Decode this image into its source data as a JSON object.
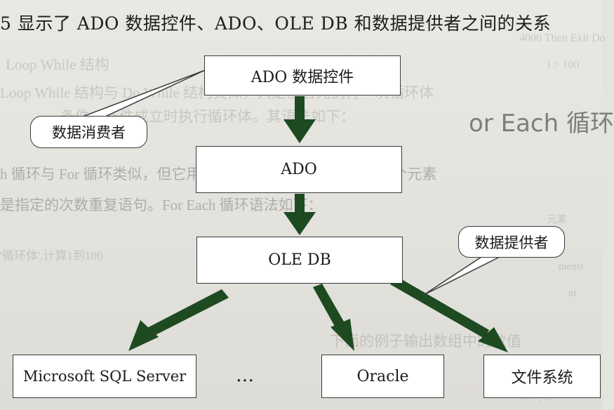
{
  "caption": "5 显示了 ADO 数据控件、ADO、OLE DB 和数据提供者之间的关系",
  "background_text": {
    "l1": "4000 Then Exit Do",
    "l2": "Loop While 结构",
    "l3": "i > 100",
    "l4": "Loop While 结构与 Do While 结构类似，只是前者先执行一次循环体",
    "l5": "条件，条件成立时执行循环体。其语法如下：",
    "l6": "or Each 循环",
    "l7": "h 循环与 For 循环类似，但它用于对数组或对象集合中的每一个元素",
    "l8": "是指定的次数重复语句。For Each 循环语法如下：",
    "l9": "元素",
    "l10": "'循环体',计算1到100",
    "l11": "ments",
    "l12": "nt",
    "l13": "下面的例子输出数组中的数值",
    "l14": "Array()"
  },
  "diagram": {
    "nodes": {
      "ado_data_control": "ADO 数据控件",
      "ado": "ADO",
      "ole_db": "OLE DB",
      "sql_server": "Microsoft SQL Server",
      "ellipsis": "…",
      "oracle": "Oracle",
      "file_system": "文件系统"
    },
    "callouts": {
      "data_consumer": "数据消费者",
      "data_provider": "数据提供者"
    },
    "edges": [
      {
        "from": "ado_data_control",
        "to": "ado"
      },
      {
        "from": "ado",
        "to": "ole_db"
      },
      {
        "from": "ole_db",
        "to": "sql_server"
      },
      {
        "from": "ole_db",
        "to": "oracle"
      },
      {
        "from": "ole_db",
        "to": "file_system"
      }
    ],
    "arrow_color": "#1e4a22"
  }
}
